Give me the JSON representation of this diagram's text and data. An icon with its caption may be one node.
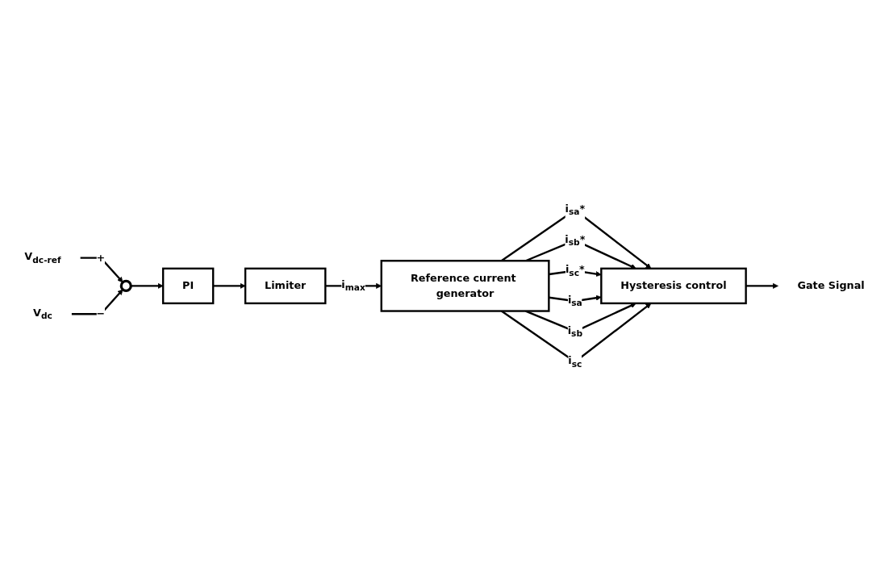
{
  "diagram": {
    "nodes": [
      {
        "text": [
          "Gate Signal"
        ]
      },
      {
        "text": [
          "Hysteresis control"
        ]
      },
      {
        "text": [
          "V$_{dc-ref}$"
        ]
      },
      {
        "text": [],
        "shape": "circle"
      },
      {
        "text": [
          "PI"
        ]
      },
      {
        "text": [
          "Limiter"
        ]
      },
      {
        "text": [
          "Reference current generator"
        ]
      },
      {
        "text": [
          "V$_{dc}$"
        ]
      }
    ],
    "edges": [
      {
        "from": 2,
        "to": 3,
        "arrow": "to",
        "label": "+"
      },
      {
        "from": 7,
        "to": 3,
        "arrow": "to",
        "label": "−"
      },
      {
        "from": 3,
        "to": 4,
        "arrow": "to"
      },
      {
        "from": 4,
        "to": 5,
        "arrow": "to"
      },
      {
        "from": 5,
        "to": 6,
        "arrow": "to",
        "label": "i$_{max}$"
      },
      {
        "from": 6,
        "to": 1,
        "arrow": "to",
        "label": "i$_{sa}$*"
      },
      {
        "from": 6,
        "to": 1,
        "arrow": "to",
        "label": "i$_{sb}$*"
      },
      {
        "from": 6,
        "to": 1,
        "arrow": "to",
        "label": "i$_{sc}$*"
      },
      {
        "from": 6,
        "to": 1,
        "arrow": "to",
        "label": "i$_{sa}$"
      },
      {
        "from": 6,
        "to": 1,
        "arrow": "to",
        "label": "i$_{sb}$"
      },
      {
        "from": 6,
        "to": 1,
        "arrow": "to",
        "label": "i$_{sc}$"
      },
      {
        "from": 1,
        "to": 0,
        "arrow": "to"
      }
    ]
  }
}
